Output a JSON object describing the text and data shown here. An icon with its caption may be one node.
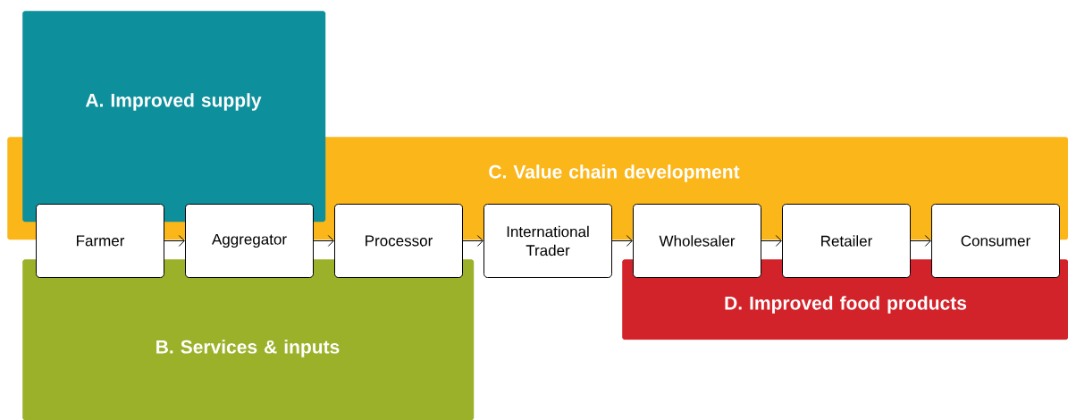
{
  "diagram": {
    "nodes": [
      {
        "text": [
          "A. Improved supply"
        ]
      },
      {
        "text": [
          "C. Value chain development"
        ]
      },
      {
        "text": [
          "B. Services & inputs"
        ]
      },
      {
        "text": [
          "D. Improved food products"
        ]
      },
      {
        "text": [
          "Farmer"
        ]
      },
      {
        "text": [
          "Aggregator"
        ]
      },
      {
        "text": [
          "Processor"
        ]
      },
      {
        "text": [
          "International Trader"
        ]
      },
      {
        "text": [
          "Wholesaler"
        ]
      },
      {
        "text": [
          "Retailer"
        ]
      },
      {
        "text": [
          "Consumer"
        ]
      }
    ],
    "edges": [
      {
        "from": 4,
        "to": 5,
        "arrow": "to"
      },
      {
        "from": 5,
        "to": 6,
        "arrow": "to"
      },
      {
        "from": 6,
        "to": 7,
        "arrow": "to"
      },
      {
        "from": 7,
        "to": 8,
        "arrow": "to"
      },
      {
        "from": 8,
        "to": 9,
        "arrow": "to"
      },
      {
        "from": 9,
        "to": 10,
        "arrow": "to"
      }
    ]
  }
}
